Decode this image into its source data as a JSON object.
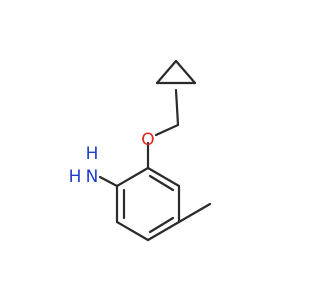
{
  "molecule": {
    "atoms": {
      "oxygen_symbol": "O",
      "nitrogen_symbol": "N",
      "hydrogen_symbol": "H"
    },
    "colors": {
      "bond": "#2b2b2b",
      "oxygen": "#e0271f",
      "nitrogen": "#1f3fcc",
      "background": "#ffffff"
    }
  }
}
